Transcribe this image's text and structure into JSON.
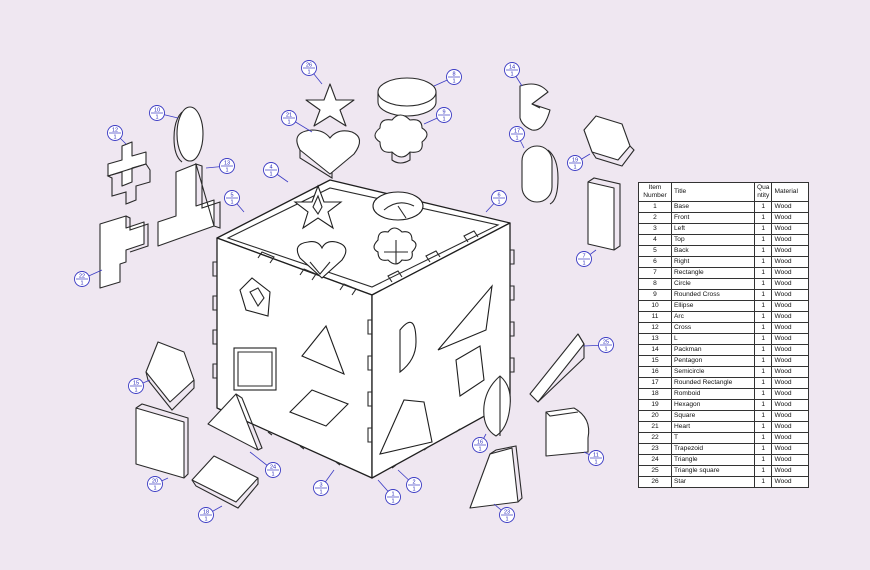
{
  "bom": {
    "headers": {
      "item_line1": "Item",
      "item_line2": "Number",
      "title": "Title",
      "qty_line1": "Qua",
      "qty_line2": "ntity",
      "material": "Material"
    },
    "rows": [
      {
        "item": "1",
        "title": "Base",
        "qty": "1",
        "material": "Wood"
      },
      {
        "item": "2",
        "title": "Front",
        "qty": "1",
        "material": "Wood"
      },
      {
        "item": "3",
        "title": "Left",
        "qty": "1",
        "material": "Wood"
      },
      {
        "item": "4",
        "title": "Top",
        "qty": "1",
        "material": "Wood"
      },
      {
        "item": "5",
        "title": "Back",
        "qty": "1",
        "material": "Wood"
      },
      {
        "item": "6",
        "title": "Right",
        "qty": "1",
        "material": "Wood"
      },
      {
        "item": "7",
        "title": "Rectangle",
        "qty": "1",
        "material": "Wood"
      },
      {
        "item": "8",
        "title": "Circle",
        "qty": "1",
        "material": "Wood"
      },
      {
        "item": "9",
        "title": "Rounded Cross",
        "qty": "1",
        "material": "Wood"
      },
      {
        "item": "10",
        "title": "Ellipse",
        "qty": "1",
        "material": "Wood"
      },
      {
        "item": "11",
        "title": "Arc",
        "qty": "1",
        "material": "Wood"
      },
      {
        "item": "12",
        "title": "Cross",
        "qty": "1",
        "material": "Wood"
      },
      {
        "item": "13",
        "title": "L",
        "qty": "1",
        "material": "Wood"
      },
      {
        "item": "14",
        "title": "Packman",
        "qty": "1",
        "material": "Wood"
      },
      {
        "item": "15",
        "title": "Pentagon",
        "qty": "1",
        "material": "Wood"
      },
      {
        "item": "16",
        "title": "Semicircle",
        "qty": "1",
        "material": "Wood"
      },
      {
        "item": "17",
        "title": "Rounded Rectangle",
        "qty": "1",
        "material": "Wood"
      },
      {
        "item": "18",
        "title": "Romboid",
        "qty": "1",
        "material": "Wood"
      },
      {
        "item": "19",
        "title": "Hexagon",
        "qty": "1",
        "material": "Wood"
      },
      {
        "item": "20",
        "title": "Square",
        "qty": "1",
        "material": "Wood"
      },
      {
        "item": "21",
        "title": "Heart",
        "qty": "1",
        "material": "Wood"
      },
      {
        "item": "22",
        "title": "T",
        "qty": "1",
        "material": "Wood"
      },
      {
        "item": "23",
        "title": "Trapezoid",
        "qty": "1",
        "material": "Wood"
      },
      {
        "item": "24",
        "title": "Triangle",
        "qty": "1",
        "material": "Wood"
      },
      {
        "item": "25",
        "title": "Triangle square",
        "qty": "1",
        "material": "Wood"
      },
      {
        "item": "26",
        "title": "Star",
        "qty": "1",
        "material": "Wood"
      }
    ]
  },
  "balloons": [
    {
      "item": "26",
      "qty": "1"
    },
    {
      "item": "8",
      "qty": "1"
    },
    {
      "item": "14",
      "qty": "1"
    },
    {
      "item": "10",
      "qty": "1"
    },
    {
      "item": "21",
      "qty": "1"
    },
    {
      "item": "9",
      "qty": "1"
    },
    {
      "item": "12",
      "qty": "1"
    },
    {
      "item": "17",
      "qty": "1"
    },
    {
      "item": "13",
      "qty": "1"
    },
    {
      "item": "4",
      "qty": "1"
    },
    {
      "item": "19",
      "qty": "1"
    },
    {
      "item": "5",
      "qty": "1"
    },
    {
      "item": "6",
      "qty": "1"
    },
    {
      "item": "22",
      "qty": "1"
    },
    {
      "item": "7",
      "qty": "1"
    },
    {
      "item": "25",
      "qty": "1"
    },
    {
      "item": "15",
      "qty": "1"
    },
    {
      "item": "16",
      "qty": "1"
    },
    {
      "item": "11",
      "qty": "1"
    },
    {
      "item": "24",
      "qty": "1"
    },
    {
      "item": "20",
      "qty": "1"
    },
    {
      "item": "3",
      "qty": "1"
    },
    {
      "item": "2",
      "qty": "1"
    },
    {
      "item": "1",
      "qty": "1"
    },
    {
      "item": "18",
      "qty": "1"
    },
    {
      "item": "23",
      "qty": "1"
    }
  ],
  "colors": {
    "background": "#efe7f1",
    "balloon_stroke": "#3b3bc4",
    "balloon_text": "#2424b8",
    "line": "#2a2a2a"
  }
}
